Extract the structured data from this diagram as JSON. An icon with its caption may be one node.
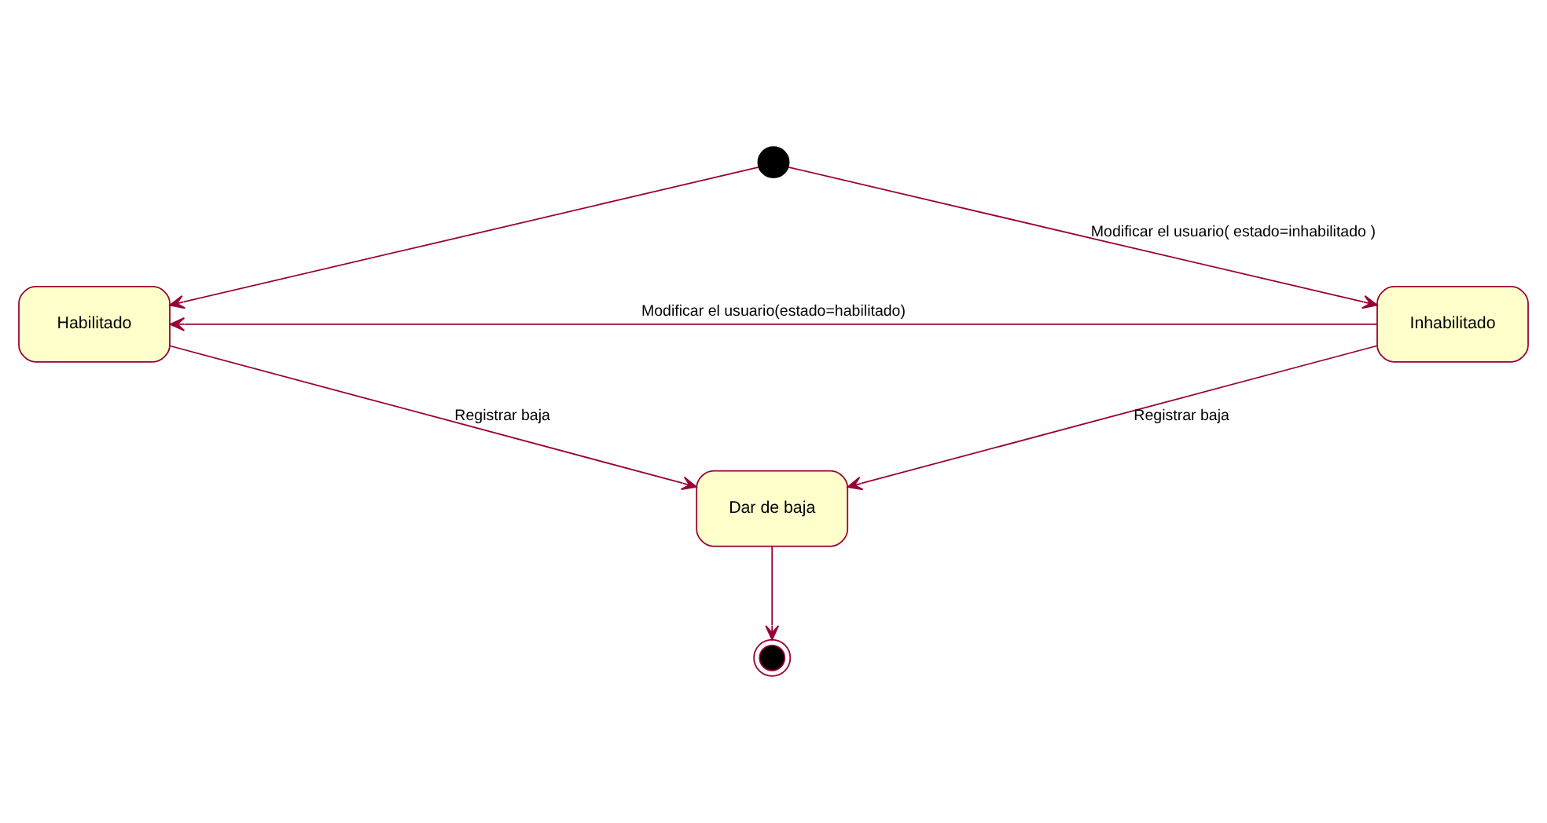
{
  "diagram": {
    "nodes": [
      {
        "text": [],
        "shape": "circle"
      },
      {
        "text": [
          "Habilitado"
        ]
      },
      {
        "text": [
          "Inhabilitado"
        ]
      },
      {
        "text": [
          "Dar de baja"
        ]
      },
      {
        "text": [],
        "shape": "circle"
      }
    ],
    "edges": [
      {
        "from": 0,
        "to": 1,
        "arrow": "to"
      },
      {
        "from": 0,
        "to": 2,
        "arrow": "to",
        "label": "Modificar el usuario( estado=inhabilitado )"
      },
      {
        "from": 2,
        "to": 1,
        "arrow": "to",
        "label": "Modificar el usuario(estado=habilitado)"
      },
      {
        "from": 2,
        "to": 3,
        "arrow": "to",
        "label": "Registrar baja"
      },
      {
        "from": 1,
        "to": 3,
        "arrow": "to",
        "label": "Registrar baja"
      },
      {
        "from": 3,
        "to": 4,
        "arrow": "to"
      }
    ]
  }
}
